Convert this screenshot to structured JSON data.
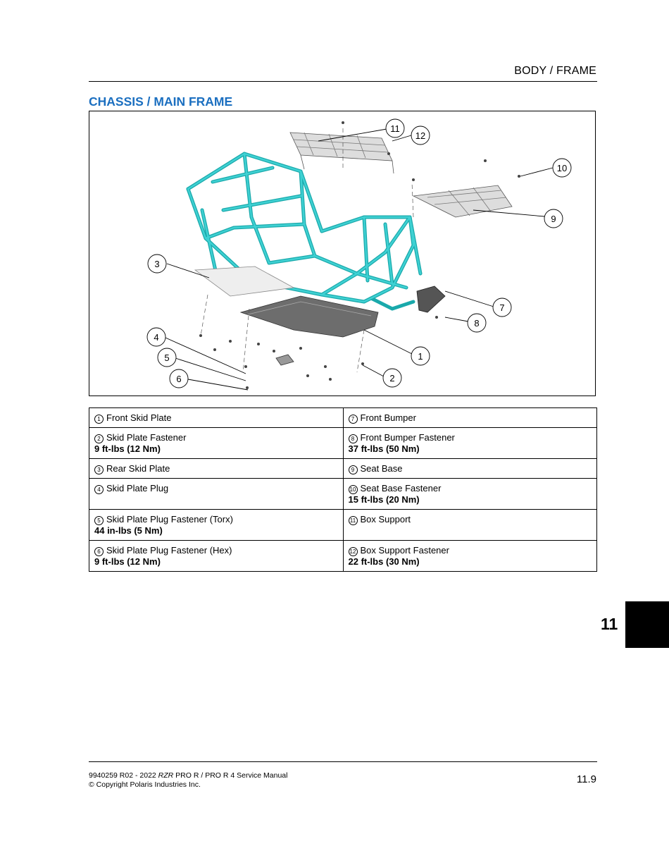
{
  "header": {
    "section": "BODY / FRAME"
  },
  "title": "CHASSIS / MAIN FRAME",
  "figure": {
    "callouts": [
      "1",
      "2",
      "3",
      "4",
      "5",
      "6",
      "7",
      "8",
      "9",
      "10",
      "11",
      "12"
    ]
  },
  "legend": [
    {
      "left": {
        "num": "1",
        "name": "Front Skid Plate",
        "torque": ""
      },
      "right": {
        "num": "7",
        "name": "Front Bumper",
        "torque": ""
      }
    },
    {
      "left": {
        "num": "2",
        "name": "Skid Plate Fastener",
        "torque": "9 ft-lbs (12 Nm)"
      },
      "right": {
        "num": "8",
        "name": "Front Bumper Fastener",
        "torque": "37 ft-lbs (50 Nm)"
      }
    },
    {
      "left": {
        "num": "3",
        "name": "Rear Skid Plate",
        "torque": ""
      },
      "right": {
        "num": "9",
        "name": "Seat Base",
        "torque": ""
      }
    },
    {
      "left": {
        "num": "4",
        "name": "Skid Plate Plug",
        "torque": ""
      },
      "right": {
        "num": "10",
        "name": "Seat Base Fastener",
        "torque": "15 ft-lbs (20 Nm)"
      }
    },
    {
      "left": {
        "num": "5",
        "name": "Skid Plate Plug Fastener (Torx)",
        "torque": "44 in-lbs (5 Nm)"
      },
      "right": {
        "num": "11",
        "name": "Box Support",
        "torque": ""
      }
    },
    {
      "left": {
        "num": "6",
        "name": "Skid Plate Plug Fastener (Hex)",
        "torque": "9 ft-lbs (12 Nm)"
      },
      "right": {
        "num": "12",
        "name": "Box Support Fastener",
        "torque": "22 ft-lbs (30 Nm)"
      }
    }
  ],
  "chapter_tab": "11",
  "footer": {
    "doc_prefix": "9940259 R02 - 2022 ",
    "doc_model": "RZR",
    "doc_suffix": " PRO R / PRO R 4 Service Manual",
    "copyright": "© Copyright Polaris Industries Inc.",
    "page": "11.9"
  },
  "colors": {
    "title_blue": "#1b6fc0",
    "frame_cyan": "#3fd1d3",
    "skid_gray": "#6d6d6d"
  }
}
